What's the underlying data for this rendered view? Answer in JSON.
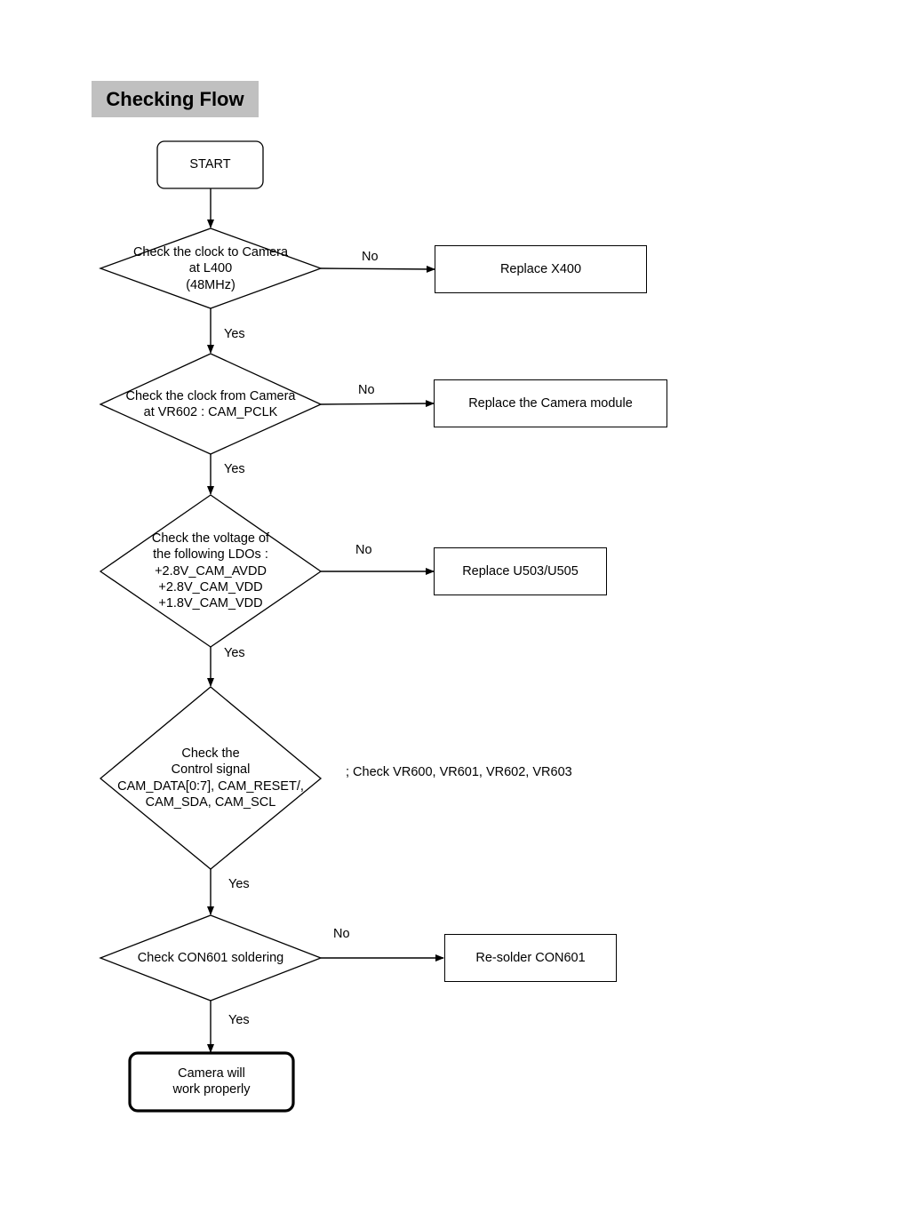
{
  "title": "Checking Flow",
  "nodes": {
    "start": "START",
    "check_clock_l400": [
      "Check the clock to Camera",
      "at L400",
      "(48MHz)"
    ],
    "check_clock_vr602": [
      "Check the clock from Camera",
      "at VR602 : CAM_PCLK"
    ],
    "check_ldo": [
      "Check the voltage of",
      "the following LDOs :",
      "+2.8V_CAM_AVDD",
      "+2.8V_CAM_VDD",
      "+1.8V_CAM_VDD"
    ],
    "check_control": [
      "Check the",
      "Control signal",
      "CAM_DATA[0:7], CAM_RESET/,",
      "CAM_SDA, CAM_SCL"
    ],
    "check_con601": "Check CON601 soldering",
    "end": [
      "Camera will",
      "work properly"
    ]
  },
  "actions": {
    "replace_x400": "Replace X400",
    "replace_camera": "Replace the Camera module",
    "replace_u503": "Replace U503/U505",
    "resolder_con601": "Re-solder CON601"
  },
  "note": "; Check VR600, VR601, VR602, VR603",
  "edges": {
    "no": "No",
    "yes": "Yes"
  }
}
